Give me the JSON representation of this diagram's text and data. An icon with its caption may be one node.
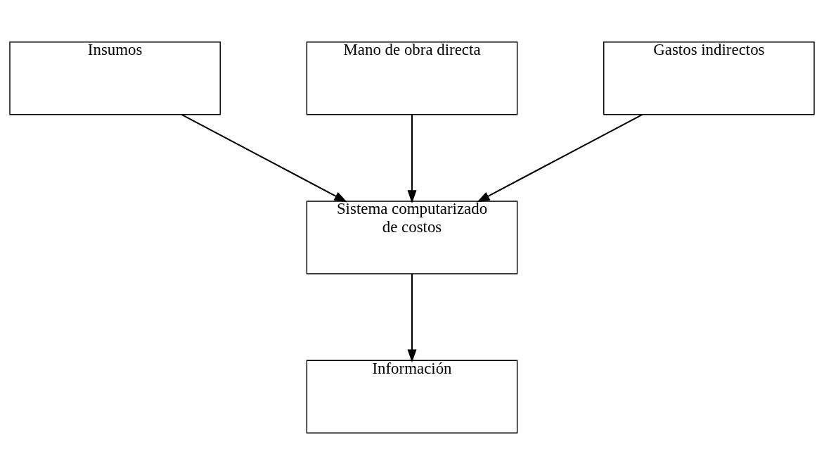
{
  "diagram": {
    "nodes": [
      {
        "text": [
          "Insumos"
        ]
      },
      {
        "text": [
          "Mano de obra directa"
        ]
      },
      {
        "text": [
          "Gastos indirectos"
        ]
      },
      {
        "text": [
          "Sistema computarizado de costos"
        ]
      },
      {
        "text": [
          "Información"
        ]
      }
    ],
    "edges": [
      {
        "from": 0,
        "to": 3,
        "arrow": "to"
      },
      {
        "from": 1,
        "to": 3,
        "arrow": "to"
      },
      {
        "from": 2,
        "to": 3,
        "arrow": "to"
      },
      {
        "from": 3,
        "to": 4,
        "arrow": "to"
      }
    ]
  }
}
